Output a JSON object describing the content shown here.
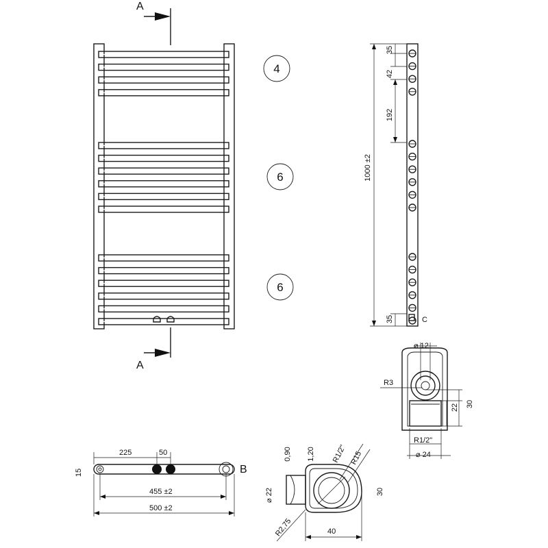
{
  "section_marks": {
    "a_top": "A",
    "a_bottom": "A",
    "b": "B",
    "c": "C"
  },
  "bar_groups": [
    {
      "count_label": "4",
      "bar_count": 4
    },
    {
      "count_label": "6",
      "bar_count": 6
    },
    {
      "count_label": "6",
      "bar_count": 6
    }
  ],
  "side_view": {
    "height": "1000 ±2",
    "top_offset": "35",
    "bar_pitch": "42",
    "group_gap": "192",
    "bottom_offset": "35"
  },
  "end_section": {
    "diameter_top": "⌀ 12",
    "radius": "R3",
    "thread": "R1/2\"",
    "diameter_bottom": "⌀ 24",
    "height_22": "22",
    "height_30": "30"
  },
  "plan_view": {
    "offset_225": "225",
    "spacing_50": "50",
    "depth_15": "15",
    "centers": "455 ±2",
    "width": "500 ±2"
  },
  "detail_b": {
    "wall_090": "0,90",
    "wall_120": "1,20",
    "thread": "R1/2\"",
    "radius_15": "R15",
    "diameter_22": "⌀ 22",
    "dim_30": "30",
    "radius_275": "R2,75",
    "dim_40": "40"
  }
}
